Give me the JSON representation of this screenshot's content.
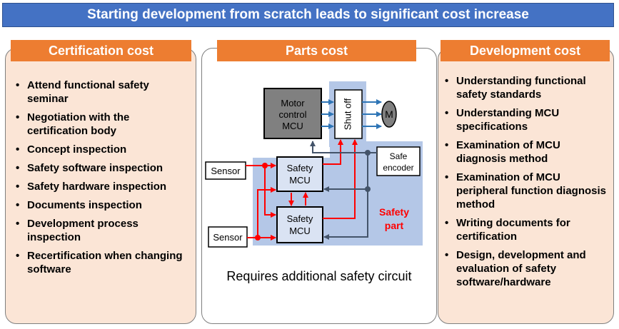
{
  "banner": {
    "title": "Starting development from scratch leads to significant cost increase"
  },
  "certification": {
    "title": "Certification cost",
    "items": [
      "Attend functional safety seminar",
      "Negotiation with the certification body",
      "Concept inspection",
      "Safety software inspection",
      "Safety hardware inspection",
      "Documents inspection",
      "Development process inspection",
      "Recertification when changing software"
    ]
  },
  "parts": {
    "title": "Parts cost",
    "caption": "Requires additional safety circuit",
    "diagram": {
      "motor_control": [
        "Motor",
        "control",
        "MCU"
      ],
      "shut_off": "Shut off",
      "motor": "M",
      "safe_encoder": [
        "Safe",
        "encoder"
      ],
      "sensor_top": "Sensor",
      "sensor_bottom": "Sensor",
      "safety_mcu_top": [
        "Safety",
        "MCU"
      ],
      "safety_mcu_bottom": [
        "Safety",
        "MCU"
      ],
      "safety_part": [
        "Safety",
        "part"
      ]
    }
  },
  "development": {
    "title": "Development cost",
    "items": [
      "Understanding functional safety standards",
      "Understanding MCU specifications",
      "Examination of MCU diagnosis method",
      "Examination of MCU peripheral function diagnosis method",
      "Writing documents for certification",
      "Design, development and evaluation of safety software/hardware"
    ]
  },
  "colors": {
    "banner": "#4472c4",
    "header": "#ed7d31",
    "panel": "#fbe5d6",
    "safety_zone": "#b4c7e7",
    "arrow_red": "#ff0000",
    "arrow_blue": "#2e75b6",
    "line_dark": "#44546a"
  }
}
